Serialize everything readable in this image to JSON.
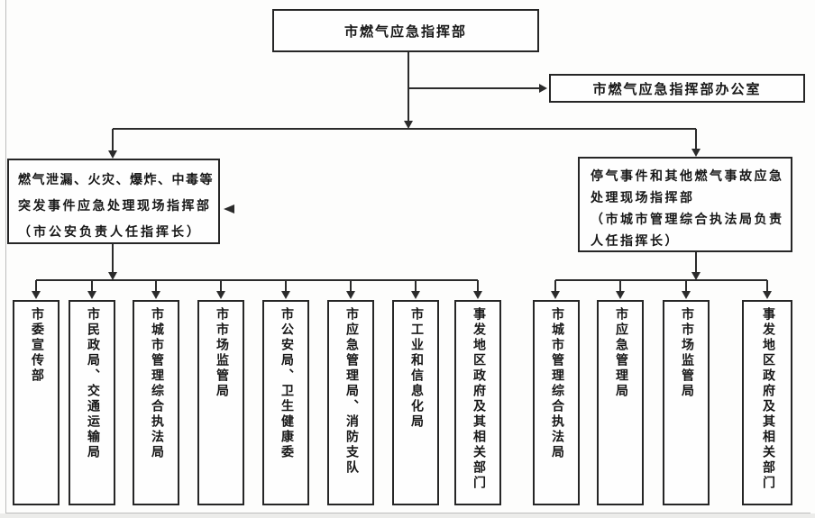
{
  "diagram": {
    "root": {
      "label": "市燃气应急指挥部"
    },
    "office": {
      "label": "市燃气应急指挥部办公室"
    },
    "left_command": {
      "lines": [
        "燃气泄漏、火灾、爆炸、中毒等",
        "突发事件应急处理现场指挥部",
        "（市公安负责人任指挥长）"
      ]
    },
    "right_command": {
      "lines": [
        "停气事件和其他燃气事故应急",
        "处理现场指挥部",
        "（市城市管理综合执法局负责",
        "人任指挥长）"
      ]
    },
    "left_members": [
      "市委宣传部",
      "市民政局、交通运输局",
      "市城市管理综合执法局",
      "市市场监管局",
      "市公安局、卫生健康委",
      "市应急管理局、消防支队",
      "市工业和信息化局",
      "事发地区政府及其相关部门"
    ],
    "right_members": [
      "市城市管理综合执法局",
      "市应急管理局",
      "市市场监管局",
      "事发地区政府及其相关部门"
    ],
    "colors": {
      "line": "#2b2b2b",
      "box_border": "#262626",
      "background": "#fdfdfc",
      "page_border": "#bdbdbd"
    }
  }
}
